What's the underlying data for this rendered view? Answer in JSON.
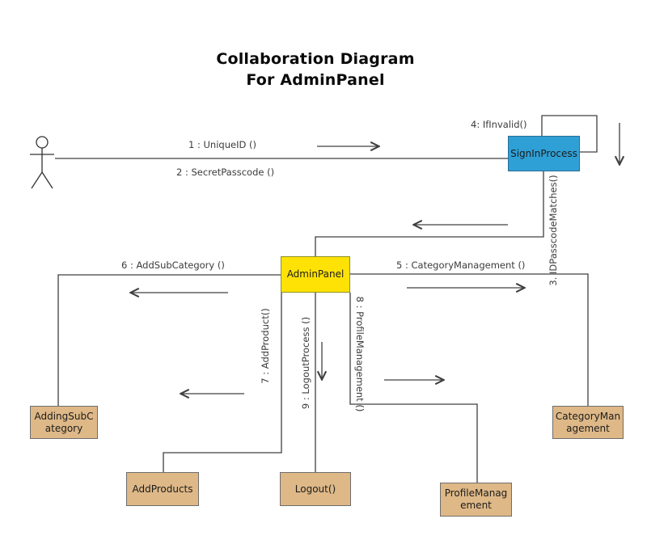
{
  "title": {
    "line1": "Collaboration Diagram",
    "line2": "For AdminPanel"
  },
  "nodes": {
    "signin": {
      "label": "SignInProcess"
    },
    "admin": {
      "label": "AdminPanel"
    },
    "adding_sub_category": {
      "label": "AddingSubCategory"
    },
    "add_products": {
      "label": "AddProducts"
    },
    "logout": {
      "label": "Logout()"
    },
    "profile_management": {
      "label": "ProfileManagement"
    },
    "category_management": {
      "label": "CategoryManagement"
    }
  },
  "messages": {
    "m1": "1 : UniqueID ()",
    "m2": "2 : SecretPasscode ()",
    "m3": "3. IDPasscodeMatches()",
    "m4": "4: IfInvalid()",
    "m5": "5 : CategoryManagement ()",
    "m6": "6 : AddSubCategory ()",
    "m7": "7 : AddProduct()",
    "m8": "8 : ProfileManagement ()",
    "m9": "9 : LogoutProcess ()"
  },
  "colors": {
    "signin_fill": "#2fa0d6",
    "admin_fill": "#ffe205",
    "process_fill": "#deb887",
    "line": "#404040"
  }
}
